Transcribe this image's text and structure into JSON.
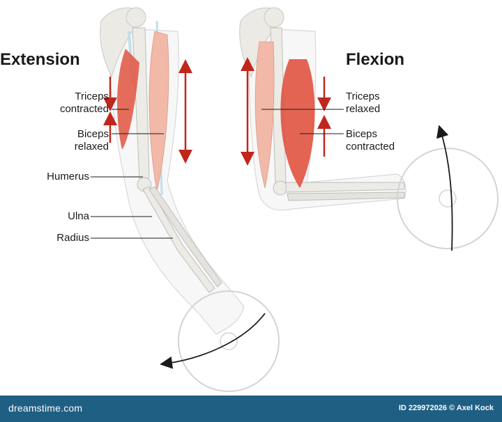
{
  "extension": {
    "title": "Extension",
    "triceps": [
      "Triceps",
      "contracted"
    ],
    "biceps": [
      "Biceps",
      "relaxed"
    ],
    "humerus": "Humerus",
    "ulna": "Ulna",
    "radius": "Radius"
  },
  "flexion": {
    "title": "Flexion",
    "triceps": [
      "Triceps",
      "relaxed"
    ],
    "biceps": [
      "Biceps",
      "contracted"
    ]
  },
  "footer": {
    "brand": "dreamstime.com",
    "credit": "ID 229972026 © Axel Kock"
  },
  "colors": {
    "muscle": "#f2b8a8",
    "muscle_dark": "#e0533f",
    "arrow": "#c0271c",
    "bone": "#ecebe6",
    "cartilage": "#bfe0ec",
    "footer": "#1f5f83"
  }
}
